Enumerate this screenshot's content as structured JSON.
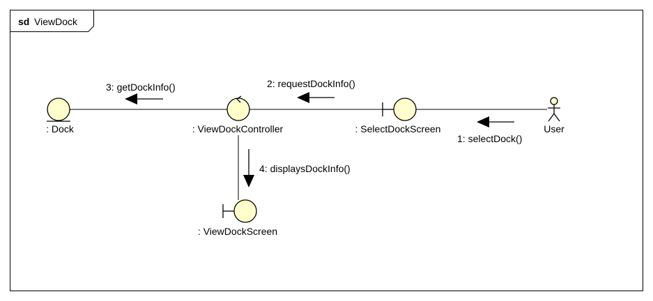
{
  "frame": {
    "keyword": "sd",
    "name": "ViewDock"
  },
  "objects": {
    "dock": {
      "label": ": Dock",
      "icon": "entity-icon"
    },
    "controller": {
      "label": ": ViewDockController",
      "icon": "control-icon"
    },
    "select_screen": {
      "label": ": SelectDockScreen",
      "icon": "boundary-icon"
    },
    "user": {
      "label": "User",
      "icon": "actor-icon"
    },
    "view_screen": {
      "label": ": ViewDockScreen",
      "icon": "boundary-icon"
    }
  },
  "messages": [
    {
      "label": "1: selectDock()"
    },
    {
      "label": "2: requestDockInfo()"
    },
    {
      "label": "3: getDockInfo()"
    },
    {
      "label": "4: displaysDockInfo()"
    }
  ],
  "colors": {
    "fill": "#ffffcc",
    "stroke": "#000000",
    "frame": "#000000"
  }
}
